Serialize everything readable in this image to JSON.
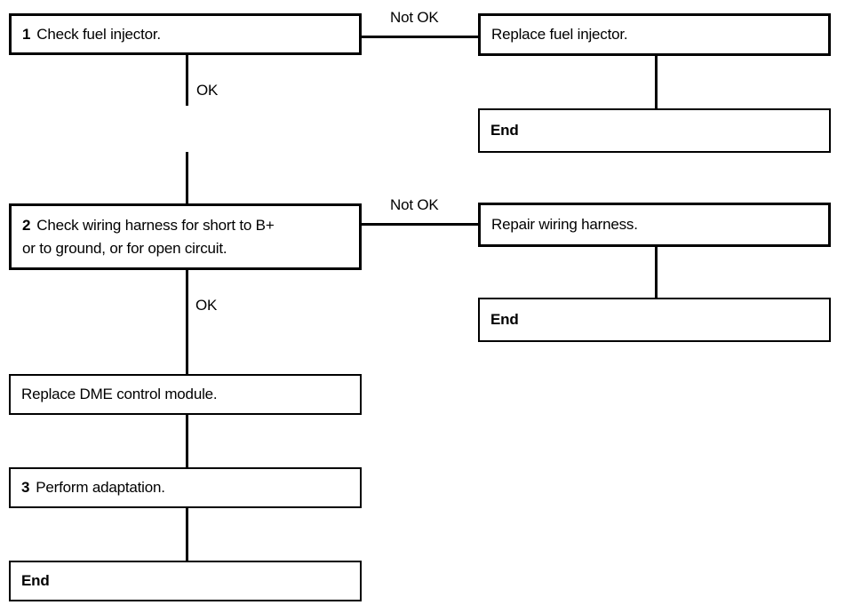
{
  "colors": {
    "background": "#ffffff",
    "line": "#000000",
    "text": "#000000"
  },
  "flowchart": {
    "nodes": {
      "step1": {
        "number": "1",
        "text": "Check fuel injector."
      },
      "replace_injector": {
        "text": "Replace fuel injector."
      },
      "end1": {
        "text": "End"
      },
      "step2": {
        "number": "2",
        "line1": "Check wiring harness for short to B+",
        "line2": "or to ground, or for open circuit."
      },
      "repair_harness": {
        "text": "Repair wiring harness."
      },
      "end2": {
        "text": "End"
      },
      "replace_dme": {
        "text": "Replace DME control module."
      },
      "step3": {
        "number": "3",
        "text": "Perform adaptation."
      },
      "end3": {
        "text": "End"
      }
    },
    "edge_labels": {
      "not_ok_top": "Not OK",
      "ok_top": "OK",
      "not_ok_mid": "Not OK",
      "ok_mid": "OK"
    }
  }
}
